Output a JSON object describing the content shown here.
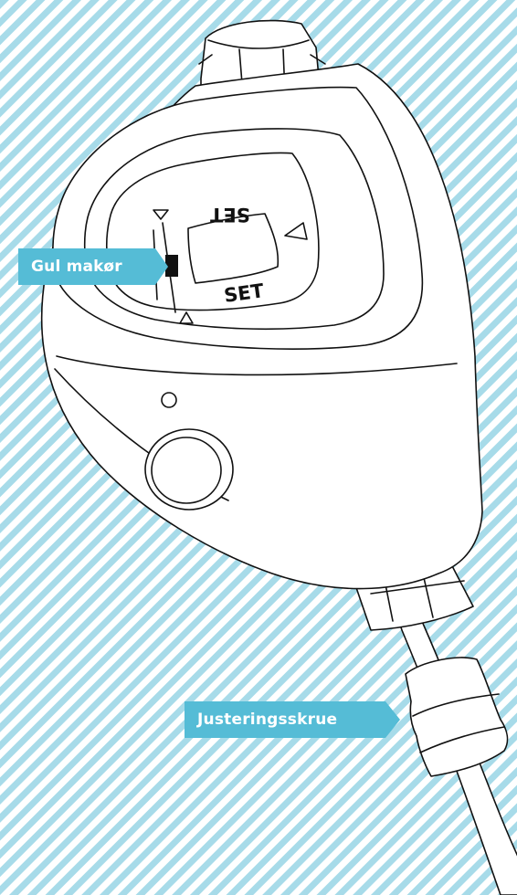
{
  "colors": {
    "background": "#ffffff",
    "stripe": "#a7dbe9",
    "callout": "#55bcd6",
    "outline": "#111111",
    "device_fill": "#ffffff",
    "marker": "#111111"
  },
  "device": {
    "label_top": "SET",
    "label_bottom": "SET"
  },
  "callouts": {
    "marker_label": "Gul makør",
    "screw_label": "Justeringsskrue"
  }
}
